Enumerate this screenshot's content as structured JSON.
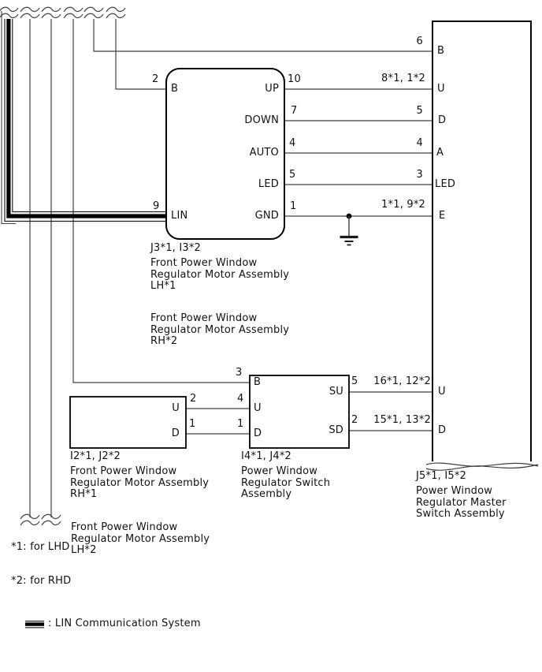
{
  "components": {
    "motor_lh": {
      "code": "J3*1, I3*2",
      "name1": "Front Power Window",
      "name2": "Regulator Motor Assembly",
      "name3": "LH*1",
      "pins": {
        "b": "B",
        "lin": "LIN",
        "up": "UP",
        "down": "DOWN",
        "auto": "AUTO",
        "led": "LED",
        "gnd": "GND"
      },
      "nums": {
        "b": "2",
        "lin": "9",
        "up": "10",
        "down": "7",
        "auto": "4",
        "led": "5",
        "gnd": "1"
      }
    },
    "motor_rh_alt": {
      "name1": "Front Power Window",
      "name2": "Regulator Motor Assembly",
      "name3": "RH*2"
    },
    "motor_rh": {
      "code": "I2*1, J2*2",
      "name1": "Front Power Window",
      "name2": "Regulator Motor Assembly",
      "name3": "RH*1",
      "pins": {
        "u": "U",
        "d": "D"
      },
      "nums": {
        "u": "2",
        "d": "1"
      }
    },
    "motor_lh_alt": {
      "name1": "Front Power Window",
      "name2": "Regulator Motor Assembly",
      "name3": "LH*2"
    },
    "switch": {
      "code": "I4*1, J4*2",
      "name1": "Power Window",
      "name2": "Regulator Switch",
      "name3": "Assembly",
      "pins": {
        "b": "B",
        "u": "U",
        "d": "D",
        "su": "SU",
        "sd": "SD"
      },
      "nums": {
        "b": "3",
        "u": "4",
        "d": "1",
        "su": "5",
        "sd": "2"
      }
    },
    "master": {
      "code": "J5*1, I5*2",
      "name1": "Power Window",
      "name2": "Regulator Master",
      "name3": "Switch Assembly",
      "pins": {
        "b": "B",
        "u": "U",
        "d": "D",
        "a": "A",
        "led": "LED",
        "e": "E",
        "u2": "U",
        "d2": "D"
      },
      "nums": {
        "b": "6",
        "u": "8*1, 1*2",
        "d": "5",
        "a": "4",
        "led": "3",
        "e": "1*1, 9*2",
        "u2": "16*1, 12*2",
        "d2": "15*1, 13*2"
      }
    }
  },
  "footnotes": {
    "f1": "*1: for LHD",
    "f2": "*2: for RHD"
  },
  "legend": {
    "lin": ": LIN Communication System"
  },
  "colors": {
    "wire": "#404040",
    "outline": "#000000",
    "background": "#ffffff"
  }
}
